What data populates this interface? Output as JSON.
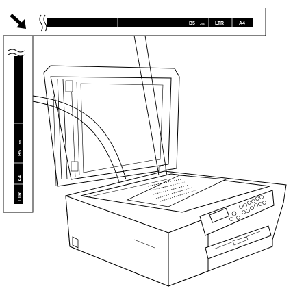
{
  "top_scale": {
    "labels": [
      "B5",
      "JIS",
      "LTR",
      "A4"
    ]
  },
  "side_scale": {
    "labels": [
      "B5",
      "JIS",
      "A4",
      "LTR"
    ]
  },
  "icons": {
    "corner_arrow": "arrow-down-right-icon",
    "break_marks": "wavy-break-icon"
  },
  "colors": {
    "line": "#000000",
    "scale_fill": "#000000",
    "paper": "#ffffff"
  }
}
